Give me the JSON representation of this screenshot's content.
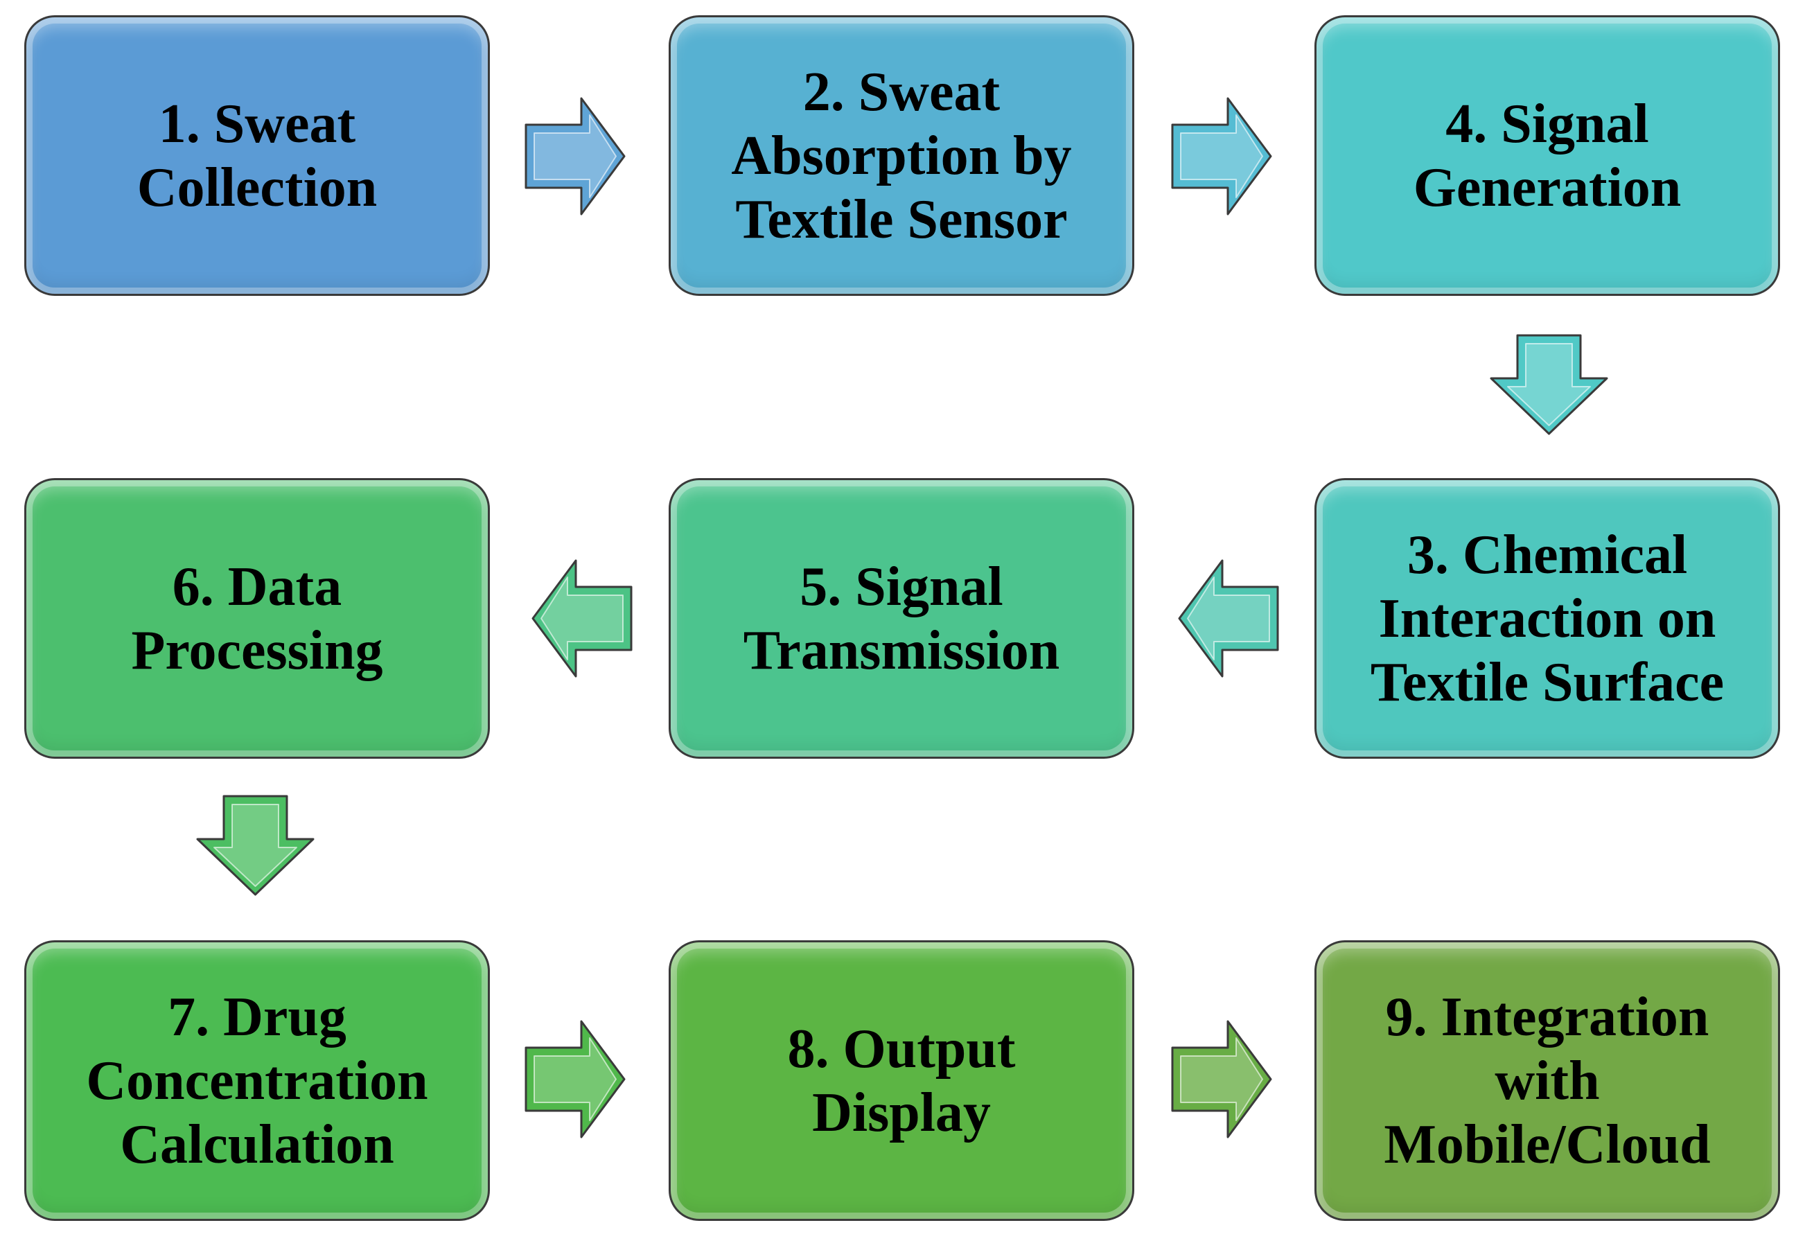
{
  "steps": [
    {
      "id": "step-1",
      "label": "1. Sweat Collection",
      "color": "#5b9bd5"
    },
    {
      "id": "step-2",
      "label": "2. Sweat Absorption by Textile Sensor",
      "color": "#57b1d2"
    },
    {
      "id": "step-4",
      "label": "4. Signal Generation",
      "color": "#50c8c9"
    },
    {
      "id": "step-3",
      "label": "3. Chemical Interaction on Textile Surface",
      "color": "#4fc7be"
    },
    {
      "id": "step-5",
      "label": "5. Signal Transmission",
      "color": "#4cc48e"
    },
    {
      "id": "step-6",
      "label": "6. Data Processing",
      "color": "#4cbf6e"
    },
    {
      "id": "step-7",
      "label": "7. Drug Concentration Calculation",
      "color": "#4cbb52"
    },
    {
      "id": "step-8",
      "label": "8. Output Display",
      "color": "#5cb544"
    },
    {
      "id": "step-9",
      "label": "9. Integration with Mobile/Cloud",
      "color": "#73a846"
    }
  ],
  "arrows": [
    {
      "from": "step-1",
      "to": "step-2",
      "direction": "right",
      "color": "#5fa4d6"
    },
    {
      "from": "step-2",
      "to": "step-4",
      "direction": "right",
      "color": "#55bcd3"
    },
    {
      "from": "step-4",
      "to": "step-3",
      "direction": "down",
      "color": "#50c9c6"
    },
    {
      "from": "step-3",
      "to": "step-5",
      "direction": "left",
      "color": "#4fc6b0"
    },
    {
      "from": "step-5",
      "to": "step-6",
      "direction": "left",
      "color": "#4cc385"
    },
    {
      "from": "step-6",
      "to": "step-7",
      "direction": "down",
      "color": "#4cbe62"
    },
    {
      "from": "step-7",
      "to": "step-8",
      "direction": "right",
      "color": "#50b84b"
    },
    {
      "from": "step-8",
      "to": "step-9",
      "direction": "right",
      "color": "#68ad45"
    }
  ]
}
